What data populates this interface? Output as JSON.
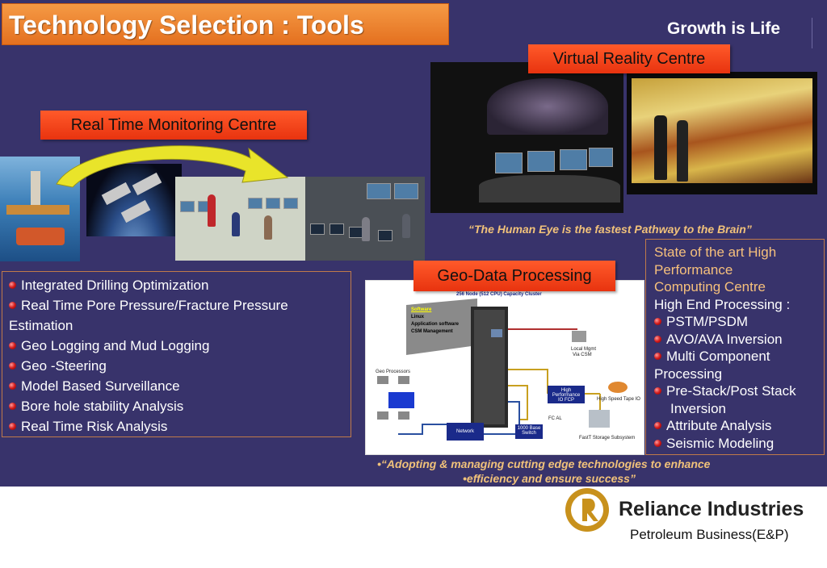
{
  "title": "Technology Selection : Tools",
  "tagline": "Growth is Life",
  "labels": {
    "rtmc": "Real Time Monitoring Centre",
    "vrc": "Virtual Reality Centre",
    "gdp": "Geo-Data Processing"
  },
  "quotes": {
    "brain": "“The Human Eye is the fastest Pathway to the Brain”",
    "adopt_line1": "•“Adopting & managing cutting edge technologies to enhance",
    "adopt_line2": "•efficiency and ensure success”"
  },
  "real_time_list": [
    "Integrated Drilling Optimization",
    "Real Time Pore Pressure/Fracture Pressure",
    "Geo Logging and Mud Logging",
    "Geo -Steering",
    "Model Based Surveillance",
    "Bore hole stability Analysis",
    "Real Time Risk Analysis"
  ],
  "real_time_list_continuation": "Estimation",
  "hpc": {
    "heading_line1": "State of the art High",
    "heading_line2": "Performance",
    "heading_line3": "Computing Centre",
    "sub": "High End Processing :",
    "items": [
      "PSTM/PSDM",
      "AVO/AVA Inversion",
      "Multi Component",
      "Pre-Stack/Post Stack",
      "Attribute Analysis",
      "Seismic Modeling"
    ],
    "item3_cont": "Processing",
    "item4_cont": "Inversion"
  },
  "diagram": {
    "cluster_title": "256 Node (512 CPU) Capacity Cluster",
    "software_lines": [
      "Software",
      "Linux",
      "Application software",
      "CSM Management"
    ],
    "local_mgmt": [
      "Local Mgmt",
      "Via CSM"
    ],
    "geo_processors": "Geo Processors",
    "hp_fcp": [
      "High Performance",
      "IO FCP"
    ],
    "tape": "High Speed Tape IO",
    "fc_al": "FC AL",
    "fast_storage": "FastT Storage Subsystem",
    "network": "Network",
    "switch": [
      "1000 Base",
      "Switch"
    ]
  },
  "footer": {
    "company": "Reliance Industries",
    "division": "Petroleum Business(E&P)"
  },
  "colors": {
    "background": "#38336b",
    "title_orange": "#e8701f",
    "label_red": "#f0401a",
    "quote_gold": "#f1c27a",
    "logo_gold": "#c8911c"
  }
}
